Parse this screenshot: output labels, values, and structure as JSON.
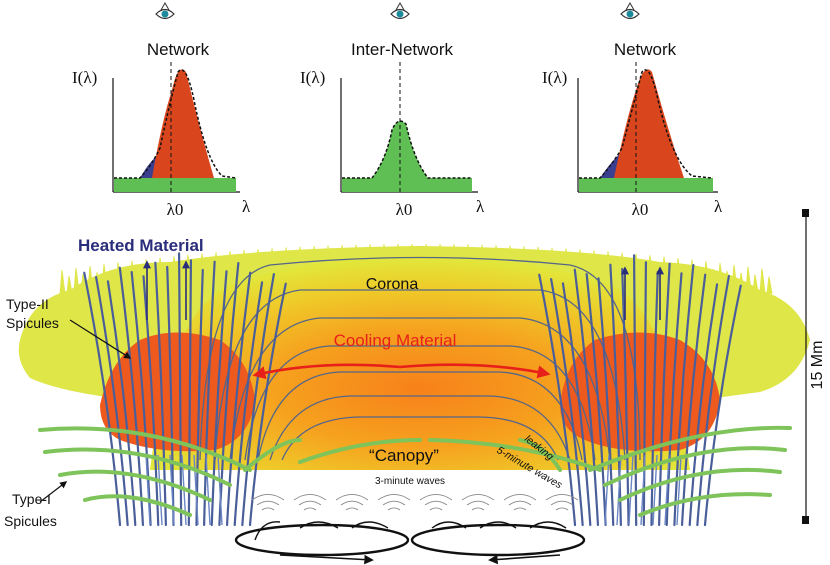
{
  "spectra": [
    {
      "title": "Network",
      "ylabel": "I(λ)",
      "xlabel": "λ",
      "rest": "λ0"
    },
    {
      "title": "Inter-Network",
      "ylabel": "I(λ)",
      "xlabel": "λ",
      "rest": "λ0"
    },
    {
      "title": "Network",
      "ylabel": "I(λ)",
      "xlabel": "λ",
      "rest": "λ0"
    }
  ],
  "labels": {
    "heated": "Heated Material",
    "corona": "Corona",
    "cooling": "Cooling Material",
    "canopy": "“Canopy”",
    "type2_a": "Type-II",
    "type2_b": "Spicules",
    "type1_a": "Type-I",
    "type1_b": "Spicules",
    "three_min": "3-minute waves",
    "leaking_a": "leaking",
    "leaking_b": "5-minute waves",
    "scale": "15 Mm"
  },
  "colors": {
    "red_component": "#d9461e",
    "blue_component": "#3b3f8f",
    "green_component": "#5fbf55",
    "corona_yellow": "#dfe648",
    "corona_orange": "#f6a11e",
    "spicule_blue": "#4a5f9a",
    "cooling_arrow": "#e8201a",
    "heated_text": "#2a2d7c"
  },
  "icons": [
    "eye-icon",
    "eye-icon",
    "eye-icon"
  ]
}
